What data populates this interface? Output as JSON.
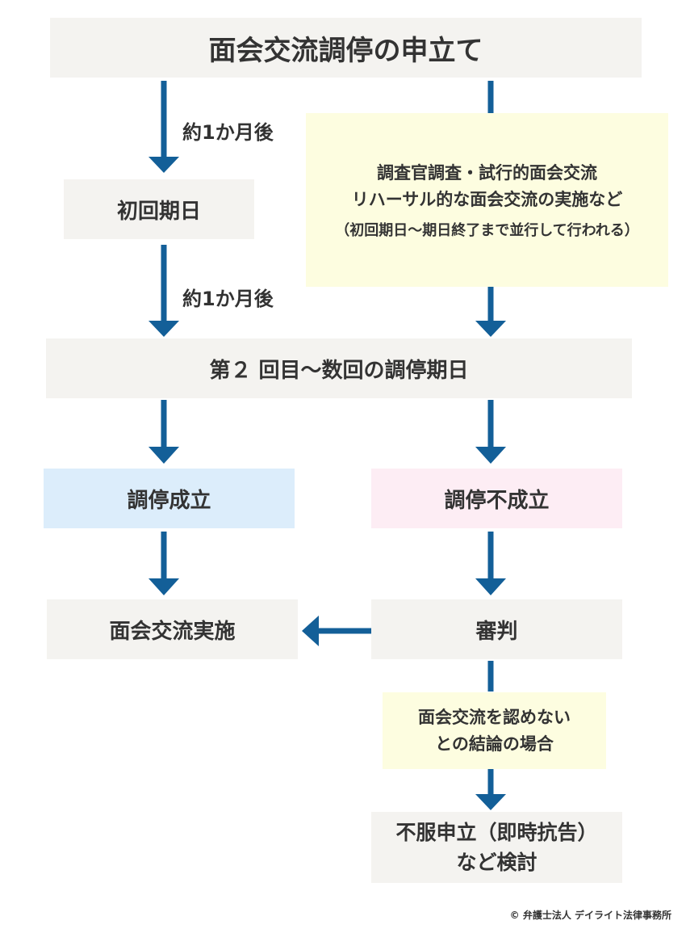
{
  "title": "面会交流調停の申立て",
  "first_hearing": "初回期日",
  "interval_label_1": "約1か月後",
  "interval_label_2": "約1か月後",
  "investigation": {
    "line1": "調査官調査・試行的面会交流",
    "line2": "リハーサル的な面会交流の実施など",
    "line3": "（初回期日〜期日終了まで並行して行われる）"
  },
  "later_hearings": "第２ 回目〜数回の調停期日",
  "mediation_success": "調停成立",
  "mediation_failure": "調停不成立",
  "visitation": "面会交流実施",
  "judgment": "審判",
  "denied_condition": {
    "line1": "面会交流を認めない",
    "line2": "との結論の場合"
  },
  "appeal": {
    "line1": "不服申立（即時抗告）",
    "line2": "など検討"
  },
  "credit": "© 弁護士法人 デイライト法律事務所",
  "colors": {
    "arrow": "#135f98",
    "gray_box": "#f4f3f0",
    "blue_box": "#dcedfb",
    "pink_box": "#fdedf4",
    "yellow_box": "#fdfde0"
  }
}
